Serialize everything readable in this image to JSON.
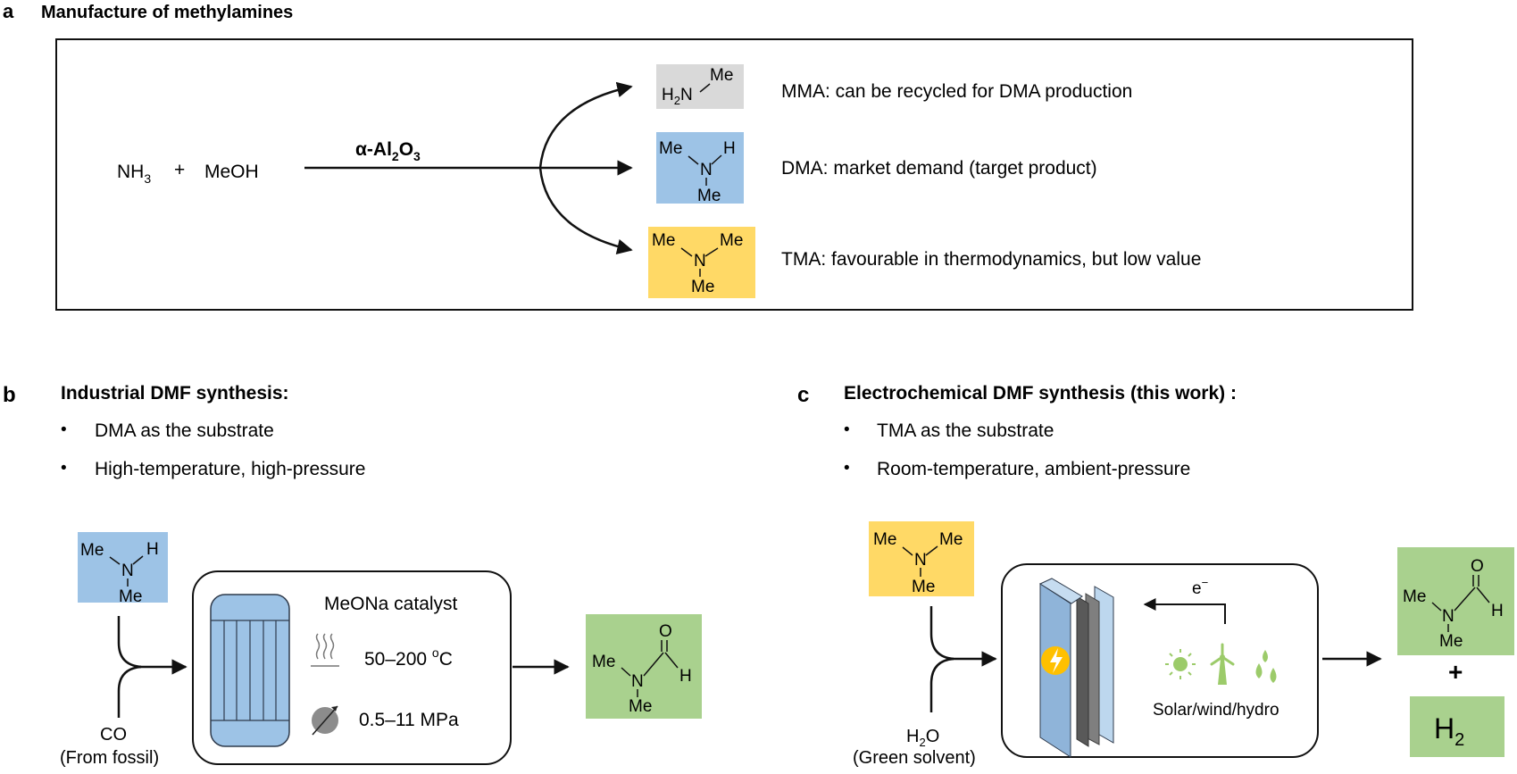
{
  "colors": {
    "mma_box": "#d9d9d9",
    "dma_box": "#9dc3e6",
    "tma_box": "#ffd966",
    "dmf_box": "#a9d18e",
    "reactor": "#9dc3e6",
    "renewable": "#9ccb6a",
    "panel": "#8fb4d9",
    "bolt_circle": "#ffc000"
  },
  "panel_a": {
    "letter": "a",
    "title": "Manufacture of methylamines",
    "reactant1": "NH",
    "reactant1_sub": "3",
    "plus": "+",
    "reactant2": "MeOH",
    "catalyst_main": "α-Al",
    "catalyst_sub1": "2",
    "catalyst_mid": "O",
    "catalyst_sub2": "3",
    "mma": {
      "h2n": "H",
      "h2n_sub": "2",
      "n": "N",
      "me": "Me",
      "description": "MMA: can be recycled for DMA production"
    },
    "dma": {
      "me1": "Me",
      "n": "N",
      "h": "H",
      "me2": "Me",
      "description": "DMA: market demand (target product)"
    },
    "tma": {
      "me1": "Me",
      "n": "N",
      "me2": "Me",
      "me3": "Me",
      "description": "TMA: favourable in thermodynamics, but low value"
    }
  },
  "panel_b": {
    "letter": "b",
    "title": "Industrial DMF synthesis:",
    "bullets": [
      "DMA as the substrate",
      "High-temperature, high-pressure"
    ],
    "bullet_symbol": "•",
    "dma": {
      "me1": "Me",
      "n": "N",
      "h": "H",
      "me2": "Me"
    },
    "co": "CO",
    "co_source": "(From fossil)",
    "catalyst": "MeONa catalyst",
    "temperature_pre": "50–200 ",
    "temperature_sup": "o",
    "temperature_unit": "C",
    "pressure": "0.5–11 MPa",
    "dmf": {
      "o": "O",
      "me1": "Me",
      "n": "N",
      "h": "H",
      "me2": "Me"
    }
  },
  "panel_c": {
    "letter": "c",
    "title": "Electrochemical DMF synthesis (this work) :",
    "bullets": [
      "TMA as the substrate",
      "Room-temperature, ambient-pressure"
    ],
    "bullet_symbol": "•",
    "tma": {
      "me1": "Me",
      "n": "N",
      "me2": "Me",
      "me3": "Me"
    },
    "water": "H",
    "water_sub": "2",
    "water_o": "O",
    "water_note": "(Green solvent)",
    "electron": "e",
    "electron_sup": "−",
    "energy": "Solar/wind/hydro",
    "dmf": {
      "o": "O",
      "me1": "Me",
      "n": "N",
      "h": "H",
      "me2": "Me"
    },
    "plus": "+",
    "h2": "H",
    "h2_sub": "2"
  }
}
